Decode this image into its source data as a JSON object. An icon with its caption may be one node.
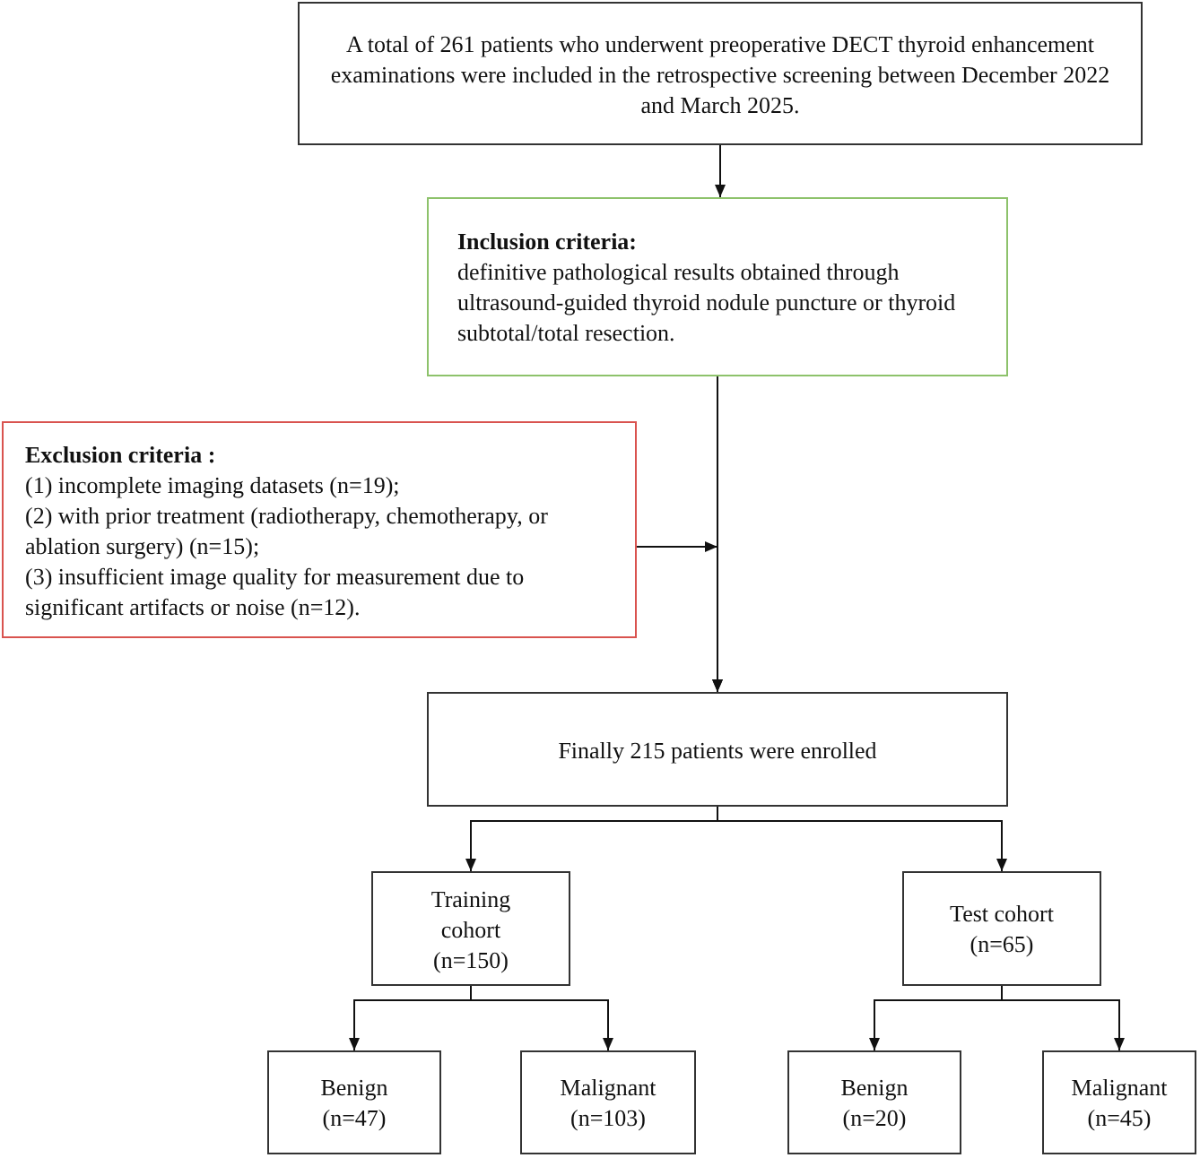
{
  "diagram": {
    "nodes": [
      {
        "text": [
          "A total of 261 patients who underwent preoperative DECT thyroid enhancement examinations were included in the retrospective screening between December 2022 and March 2025."
        ]
      },
      {
        "text": [
          "Inclusion criteria:",
          "definitive pathological results obtained through ultrasound-guided thyroid nodule puncture or thyroid subtotal/total resection."
        ]
      },
      {
        "text": [
          "Exclusion criteria :",
          "(1) incomplete imaging datasets (n=19);",
          "(2) with prior treatment (radiotherapy, chemotherapy, or ablation surgery) (n=15);",
          "(3) insufficient image quality for measurement due to significant artifacts or noise (n=12)."
        ]
      },
      {
        "text": [
          "Finally 215 patients were enrolled"
        ]
      },
      {
        "text": [
          "Training cohort (n=150)"
        ]
      },
      {
        "text": [
          "Test cohort (n=65)"
        ]
      },
      {
        "text": [
          "Benign (n=47)"
        ]
      },
      {
        "text": [
          "Malignant (n=103)"
        ]
      },
      {
        "text": [
          "Benign (n=20)"
        ]
      },
      {
        "text": [
          "Malignant (n=45)"
        ]
      }
    ],
    "edges": [
      {
        "from": 0,
        "to": 1,
        "arrow": "to"
      },
      {
        "from": 1,
        "to": 3,
        "arrow": "to"
      },
      {
        "from": 2,
        "to": 3,
        "arrow": "to"
      },
      {
        "from": 3,
        "to": 4,
        "arrow": "to"
      },
      {
        "from": 3,
        "to": 5,
        "arrow": "to"
      },
      {
        "from": 4,
        "to": 6,
        "arrow": "to"
      },
      {
        "from": 4,
        "to": 7,
        "arrow": "to"
      },
      {
        "from": 5,
        "to": 8,
        "arrow": "to"
      },
      {
        "from": 5,
        "to": 9,
        "arrow": "to"
      }
    ]
  }
}
